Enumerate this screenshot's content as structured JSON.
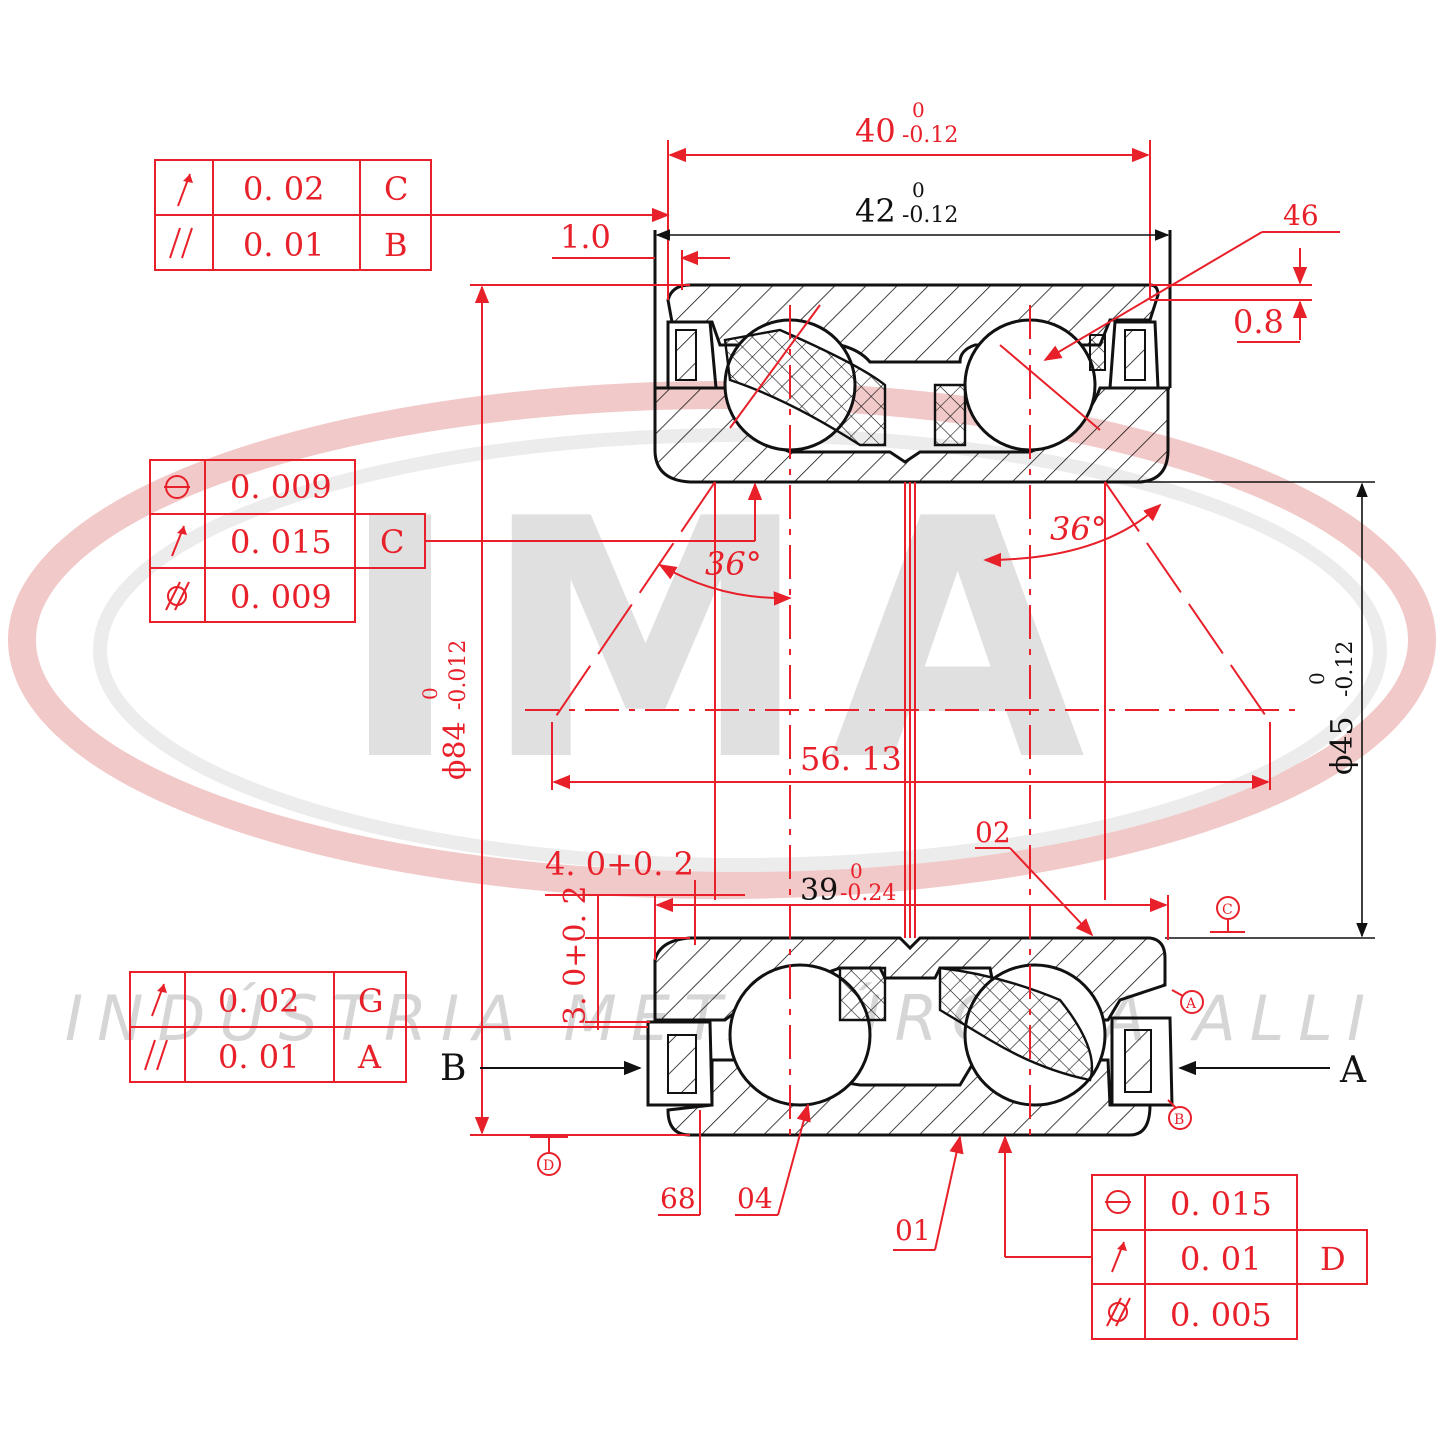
{
  "watermark": {
    "logo": "IMA",
    "tagline": "INDÚSTRIA METALÚRGICA ALLI",
    "colors": {
      "ring": "#f2c9c9",
      "letters": "#dedede",
      "tagline": "#d9d9d9"
    }
  },
  "colors": {
    "annotation": "#e8202a",
    "outline": "#111111"
  },
  "dimensions": {
    "top_width_40": "40",
    "top_width_40_tol_upper": "0",
    "top_width_40_tol_lower": "-0.12",
    "top_width_42": "42",
    "top_width_42_tol_upper": "0",
    "top_width_42_tol_lower": "-0.12",
    "offset_1": "1.0",
    "callout_46": "46",
    "offset_08": "0.8",
    "angle_left": "36°",
    "angle_right": "36°",
    "pitch_56": "56. 13",
    "outer_dia": "ϕ84",
    "outer_dia_tol_upper": "0",
    "outer_dia_tol_lower": "-0.012",
    "inner_dia": "ϕ45",
    "inner_dia_tol_upper": "0",
    "inner_dia_tol_lower": "-0.12",
    "width_39": "39",
    "width_39_tol_upper": "0",
    "width_39_tol_lower": "-0.24",
    "chamfer_4": "4. 0+0. 2",
    "chamfer_3": "3. 0+0. 2",
    "callout_02": "02",
    "callout_68": "68",
    "callout_04": "04",
    "callout_01": "01",
    "datum_c": "C",
    "datum_a_small": "A",
    "datum_b_small": "B",
    "datum_d": "D",
    "arrow_label_a": "A",
    "arrow_label_b": "B"
  },
  "tolerance_frames": {
    "frame1": {
      "rows": [
        {
          "symbol": "runout",
          "value": "0. 02",
          "datum": "C"
        },
        {
          "symbol": "parallelism",
          "value": "0. 01",
          "datum": "B"
        }
      ]
    },
    "frame2": {
      "rows": [
        {
          "symbol": "roundness",
          "value": "0. 009",
          "datum": ""
        },
        {
          "symbol": "runout",
          "value": "0. 015",
          "datum": "C"
        },
        {
          "symbol": "cylindricity",
          "value": "0. 009",
          "datum": ""
        }
      ]
    },
    "frame3": {
      "rows": [
        {
          "symbol": "runout",
          "value": "0. 02",
          "datum": "G"
        },
        {
          "symbol": "parallelism",
          "value": "0. 01",
          "datum": "A"
        }
      ]
    },
    "frame4": {
      "rows": [
        {
          "symbol": "roundness",
          "value": "0. 015",
          "datum": ""
        },
        {
          "symbol": "runout",
          "value": "0. 01",
          "datum": "D"
        },
        {
          "symbol": "cylindricity",
          "value": "0. 005",
          "datum": ""
        }
      ]
    }
  }
}
